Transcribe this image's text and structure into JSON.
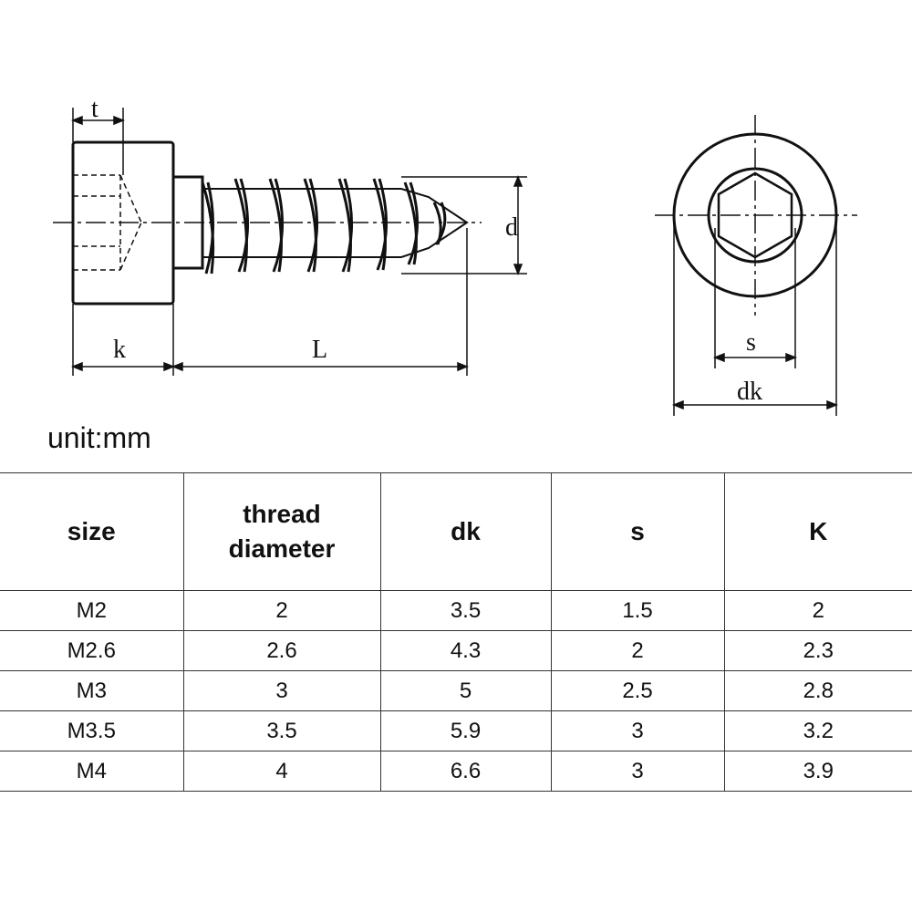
{
  "drawing": {
    "labels": {
      "t": "t",
      "k": "k",
      "L": "L",
      "d": "d",
      "s": "s",
      "dk": "dk"
    }
  },
  "unit_label": "unit:mm",
  "table": {
    "headers": [
      "size",
      "thread\ndiameter",
      "dk",
      "s",
      "K"
    ],
    "rows": [
      [
        "M2",
        "2",
        "3.5",
        "1.5",
        "2"
      ],
      [
        "M2.6",
        "2.6",
        "4.3",
        "2",
        "2.3"
      ],
      [
        "M3",
        "3",
        "5",
        "2.5",
        "2.8"
      ],
      [
        "M3.5",
        "3.5",
        "5.9",
        "3",
        "3.2"
      ],
      [
        "M4",
        "4",
        "6.6",
        "3",
        "3.9"
      ]
    ]
  }
}
